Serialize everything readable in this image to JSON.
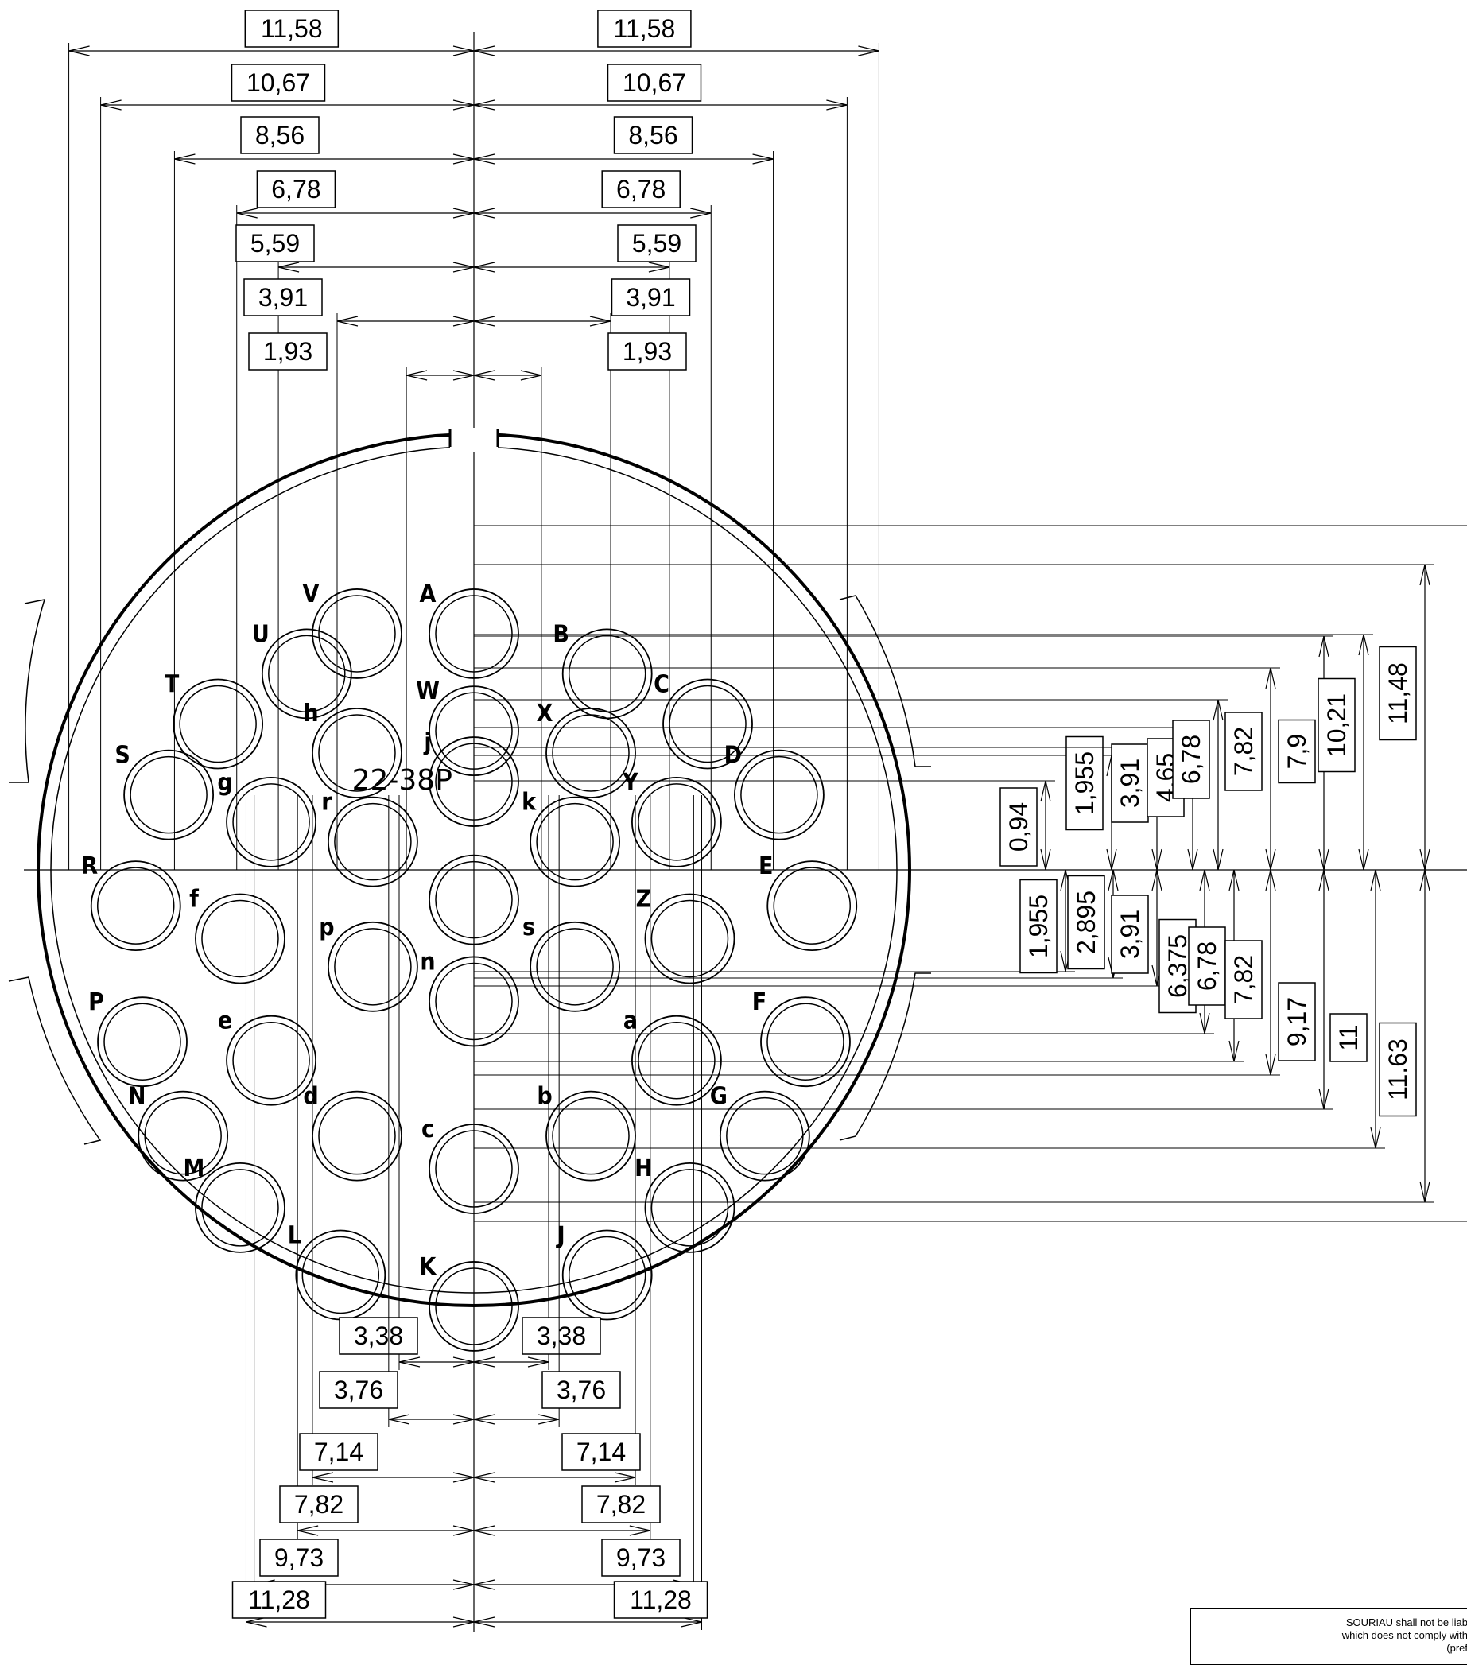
{
  "insert": {
    "marking": "22-38P",
    "contacts": [
      {
        "id": "A",
        "x": 0.0,
        "y": 7.9
      },
      {
        "id": "B",
        "x": 4.46,
        "y": 6.56
      },
      {
        "id": "C",
        "x": 7.82,
        "y": 4.88
      },
      {
        "id": "D",
        "x": 10.21,
        "y": 2.51
      },
      {
        "id": "E",
        "x": 11.31,
        "y": -1.2
      },
      {
        "id": "F",
        "x": 11.09,
        "y": -5.75
      },
      {
        "id": "G",
        "x": 9.73,
        "y": -8.9
      },
      {
        "id": "H",
        "x": 7.22,
        "y": -11.3
      },
      {
        "id": "J",
        "x": 4.46,
        "y": -13.55
      },
      {
        "id": "K",
        "x": 0.0,
        "y": -14.6
      },
      {
        "id": "L",
        "x": -4.46,
        "y": -13.55
      },
      {
        "id": "M",
        "x": -7.82,
        "y": -11.3
      },
      {
        "id": "N",
        "x": -9.73,
        "y": -8.9
      },
      {
        "id": "P",
        "x": -11.09,
        "y": -5.75
      },
      {
        "id": "R",
        "x": -11.31,
        "y": -1.2
      },
      {
        "id": "S",
        "x": -10.21,
        "y": 2.51
      },
      {
        "id": "T",
        "x": -8.56,
        "y": 4.88
      },
      {
        "id": "U",
        "x": -5.59,
        "y": 6.56
      },
      {
        "id": "V",
        "x": -3.91,
        "y": 7.9
      },
      {
        "id": "W",
        "x": 0.0,
        "y": 4.65
      },
      {
        "id": "X",
        "x": 3.91,
        "y": 3.91
      },
      {
        "id": "Y",
        "x": 6.78,
        "y": 1.6
      },
      {
        "id": "Z",
        "x": 7.22,
        "y": -2.3
      },
      {
        "id": "a",
        "x": 6.78,
        "y": -6.375
      },
      {
        "id": "b",
        "x": 3.91,
        "y": -8.9
      },
      {
        "id": "c",
        "x": 0.0,
        "y": -10.0
      },
      {
        "id": "d",
        "x": -3.91,
        "y": -8.9
      },
      {
        "id": "e",
        "x": -6.78,
        "y": -6.375
      },
      {
        "id": "f",
        "x": -7.82,
        "y": -2.3
      },
      {
        "id": "g",
        "x": -6.78,
        "y": 1.6
      },
      {
        "id": "h",
        "x": -3.91,
        "y": 3.91
      },
      {
        "id": "j",
        "x": 0.0,
        "y": 2.95
      },
      {
        "id": "k",
        "x": 3.38,
        "y": 0.94
      },
      {
        "id": "r",
        "x": -3.38,
        "y": 0.94
      },
      {
        "id": "s",
        "x": 3.38,
        "y": -3.24
      },
      {
        "id": "p",
        "x": -3.38,
        "y": -3.24
      },
      {
        "id": "n",
        "x": 0.0,
        "y": -4.4
      },
      {
        "id": "center",
        "x": 0.0,
        "y": -1.0
      }
    ]
  },
  "dimensions": {
    "top_left": [
      "11,58",
      "10,67",
      "8,56",
      "6,78",
      "5,59",
      "3,91",
      "1,93"
    ],
    "top_right": [
      "11,58",
      "10,67",
      "8,56",
      "6,78",
      "5,59",
      "3,91",
      "1,93"
    ],
    "bottom_left": [
      "3,38",
      "3,76",
      "7,14",
      "7,82",
      "9,73",
      "11,28"
    ],
    "bottom_right": [
      "3,38",
      "3,76",
      "7,14",
      "7,82",
      "9,73",
      "11,28"
    ],
    "right_upper": [
      "0,94",
      "1,955",
      "3,91",
      "4,65",
      "6,78",
      "7,82",
      "7,9",
      "10,21",
      "11,48"
    ],
    "right_lower": [
      "1,955",
      "2,895",
      "3,91",
      "6,375",
      "6,78",
      "7,82",
      "9,17",
      "11",
      "11.63"
    ]
  },
  "note": {
    "line1": "SOURIAU shall not be liab",
    "line2": "which does not comply with",
    "line3": "(pref"
  }
}
